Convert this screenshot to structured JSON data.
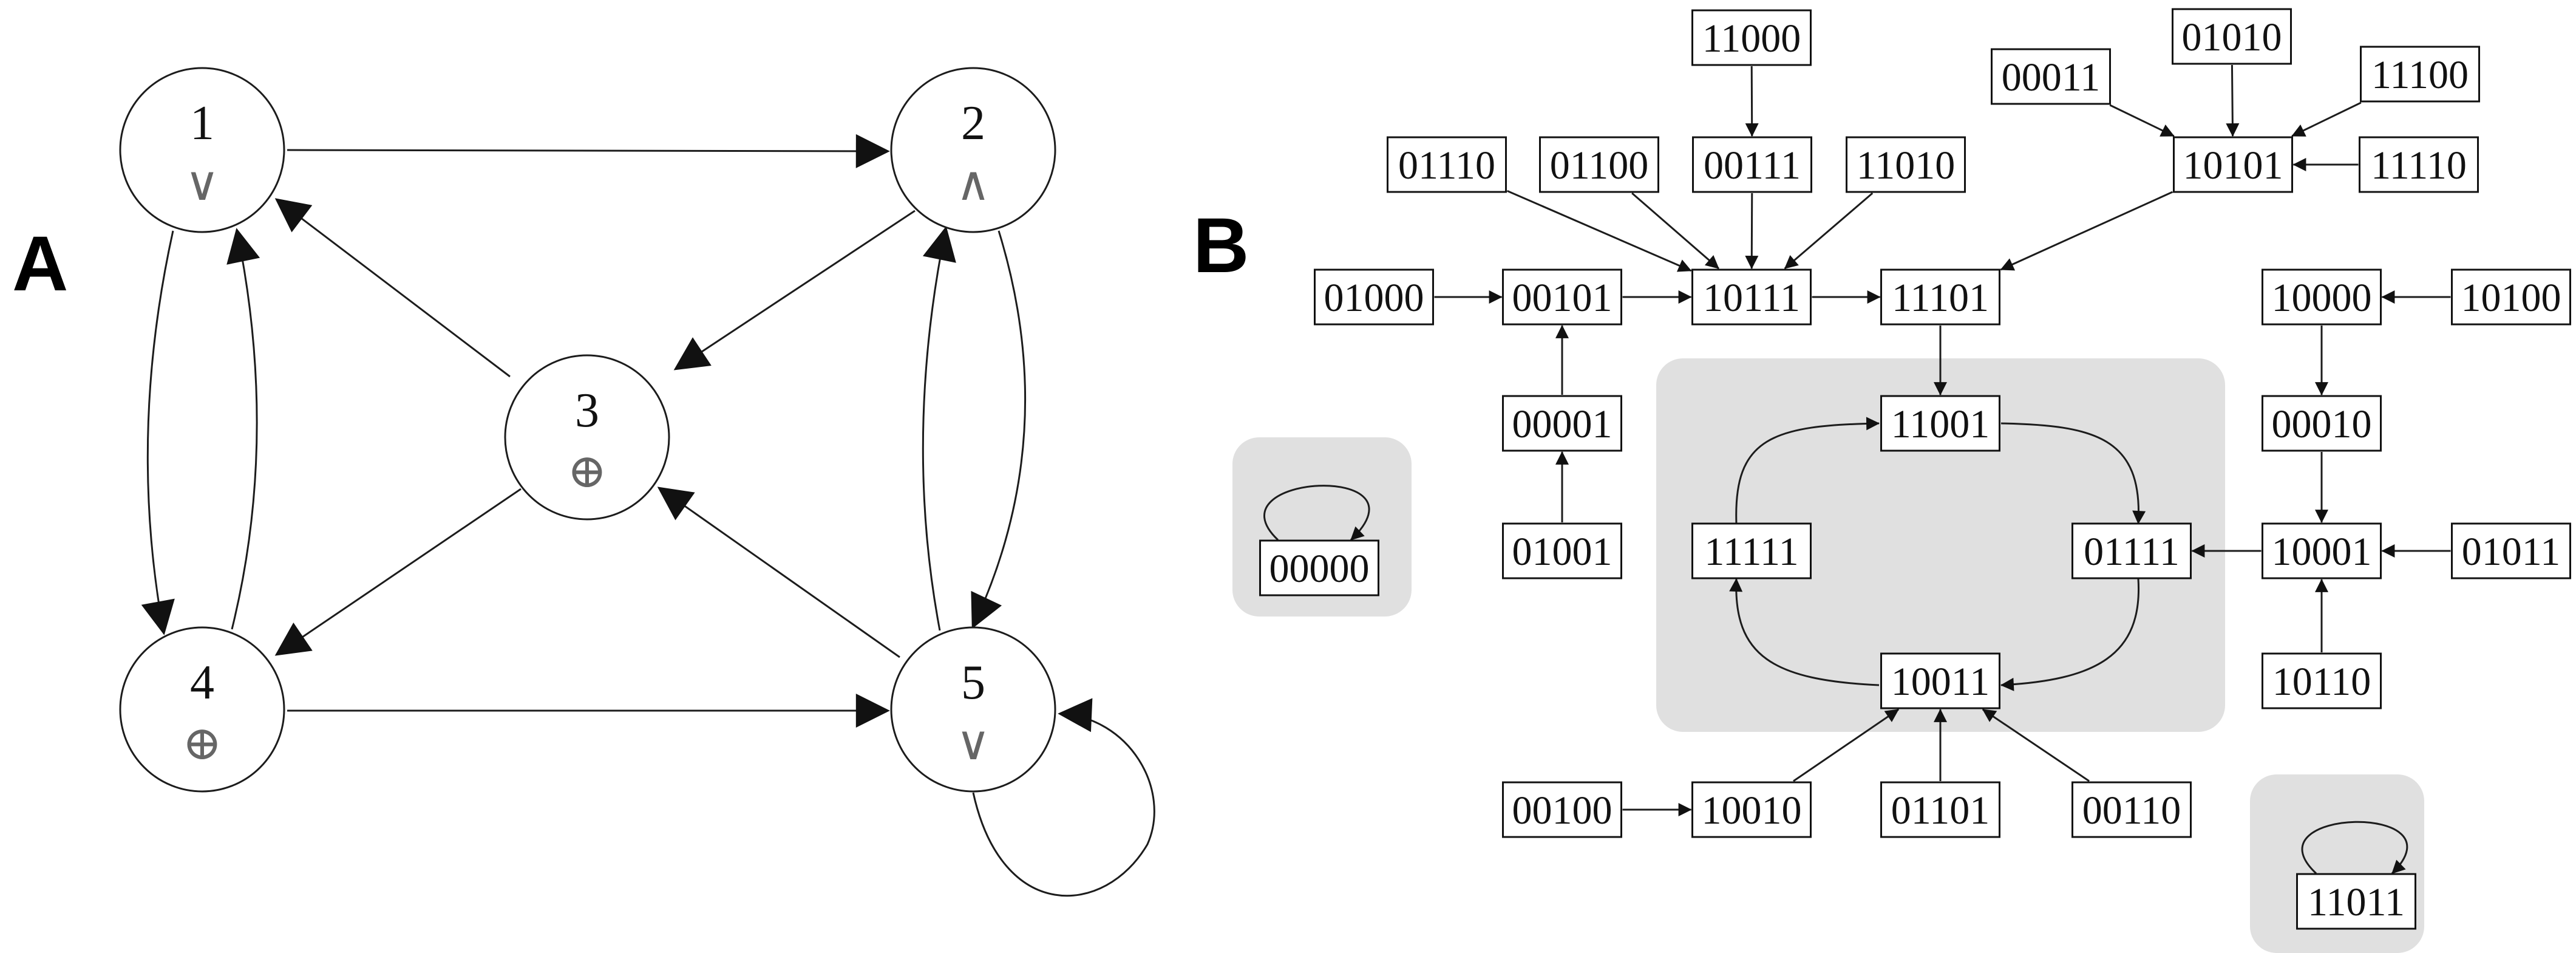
{
  "panels": {
    "a": "A",
    "b": "B"
  },
  "network": {
    "nodes": [
      {
        "id": "1",
        "label": "1",
        "op": "∨"
      },
      {
        "id": "2",
        "label": "2",
        "op": "∧"
      },
      {
        "id": "3",
        "label": "3",
        "op": "⊕"
      },
      {
        "id": "4",
        "label": "4",
        "op": "⊕"
      },
      {
        "id": "5",
        "label": "5",
        "op": "∨"
      }
    ],
    "edges": [
      {
        "from": "1",
        "to": "2"
      },
      {
        "from": "1",
        "to": "4"
      },
      {
        "from": "4",
        "to": "1"
      },
      {
        "from": "2",
        "to": "3"
      },
      {
        "from": "3",
        "to": "1"
      },
      {
        "from": "2",
        "to": "5"
      },
      {
        "from": "5",
        "to": "2"
      },
      {
        "from": "3",
        "to": "4"
      },
      {
        "from": "5",
        "to": "3"
      },
      {
        "from": "4",
        "to": "5"
      },
      {
        "from": "5",
        "to": "5"
      }
    ]
  },
  "state_graph": {
    "states": [
      "11000",
      "00011",
      "01010",
      "11100",
      "01110",
      "01100",
      "00111",
      "11010",
      "10101",
      "11110",
      "01000",
      "00101",
      "10111",
      "11101",
      "10000",
      "10100",
      "00001",
      "11001",
      "00010",
      "00000",
      "01001",
      "11111",
      "01111",
      "10001",
      "01011",
      "10110",
      "10011",
      "00100",
      "10010",
      "01101",
      "00110",
      "11011"
    ],
    "transitions": [
      {
        "from": "11000",
        "to": "00111"
      },
      {
        "from": "00011",
        "to": "10101"
      },
      {
        "from": "01010",
        "to": "10101"
      },
      {
        "from": "11100",
        "to": "10101"
      },
      {
        "from": "11110",
        "to": "10101"
      },
      {
        "from": "01110",
        "to": "10111"
      },
      {
        "from": "01100",
        "to": "10111"
      },
      {
        "from": "00111",
        "to": "10111"
      },
      {
        "from": "11010",
        "to": "10111"
      },
      {
        "from": "10101",
        "to": "11101"
      },
      {
        "from": "01000",
        "to": "00101"
      },
      {
        "from": "00101",
        "to": "10111"
      },
      {
        "from": "10111",
        "to": "11101"
      },
      {
        "from": "00001",
        "to": "00101"
      },
      {
        "from": "01001",
        "to": "00001"
      },
      {
        "from": "11101",
        "to": "11001"
      },
      {
        "from": "11001",
        "to": "01111"
      },
      {
        "from": "01111",
        "to": "10011"
      },
      {
        "from": "10011",
        "to": "11111"
      },
      {
        "from": "11111",
        "to": "11001"
      },
      {
        "from": "10100",
        "to": "10000"
      },
      {
        "from": "10000",
        "to": "00010"
      },
      {
        "from": "00010",
        "to": "10001"
      },
      {
        "from": "01011",
        "to": "10001"
      },
      {
        "from": "10110",
        "to": "10001"
      },
      {
        "from": "10001",
        "to": "01111"
      },
      {
        "from": "00100",
        "to": "10010"
      },
      {
        "from": "10010",
        "to": "10011"
      },
      {
        "from": "01101",
        "to": "10011"
      },
      {
        "from": "00110",
        "to": "10011"
      },
      {
        "from": "00000",
        "to": "00000"
      },
      {
        "from": "11011",
        "to": "11011"
      }
    ],
    "attractors": [
      {
        "states": [
          "00000"
        ]
      },
      {
        "states": [
          "11001",
          "01111",
          "10011",
          "11111"
        ]
      },
      {
        "states": [
          "11011"
        ]
      }
    ],
    "colors": {
      "attractor_background": "#e0e0e0",
      "line": "#1c1c1c",
      "node_fill": "#ffffff"
    }
  }
}
